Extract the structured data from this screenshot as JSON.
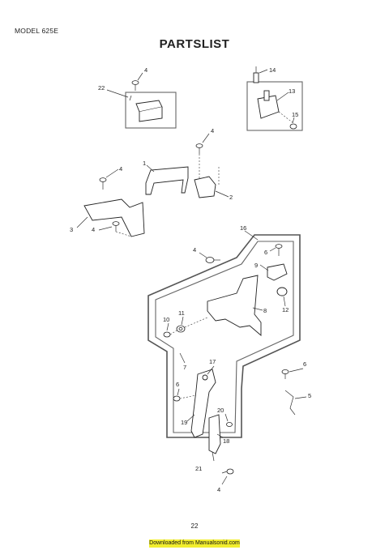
{
  "header": {
    "model": "MODEL 625E"
  },
  "title": "PARTSLIST",
  "footer": {
    "page_number": "22",
    "download_banner": "Downloaded from Manualsonid.com"
  },
  "callouts": {
    "n1": "1",
    "n2": "2",
    "n3": "3",
    "n4": "4",
    "n5": "5",
    "n6": "6",
    "n7": "7",
    "n8": "8",
    "n9": "9",
    "n10": "10",
    "n11": "11",
    "n12": "12",
    "n13": "13",
    "n14": "14",
    "n15": "15",
    "n16": "16",
    "n17": "17",
    "n18": "18",
    "n19": "19",
    "n20": "20",
    "n21": "21",
    "n22": "22"
  },
  "colors": {
    "banner": "#f2ee2e"
  }
}
